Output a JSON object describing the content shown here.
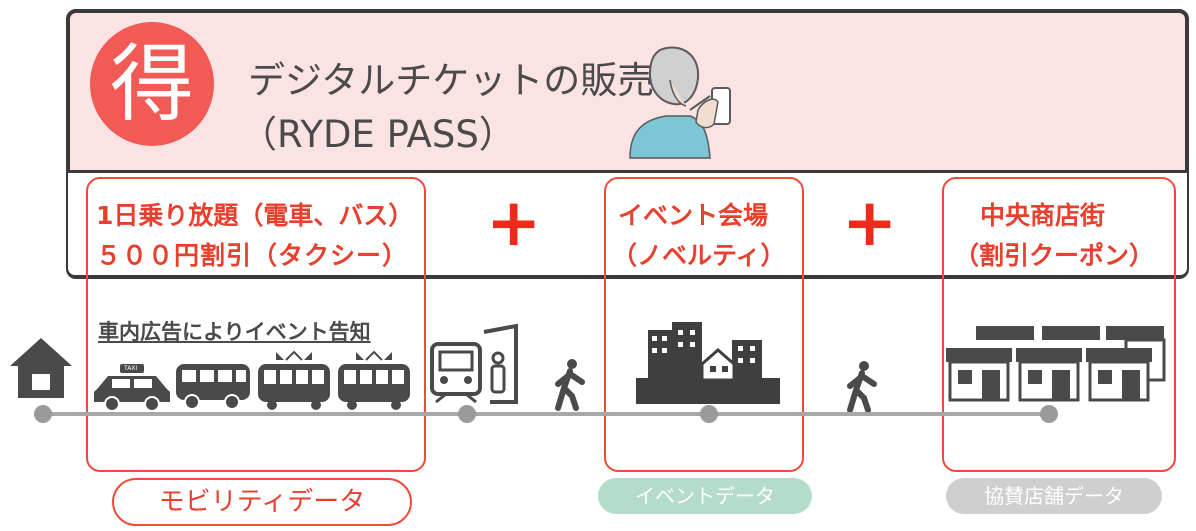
{
  "badge": {
    "char": "得"
  },
  "header": {
    "line1": "デジタルチケットの販売",
    "line2": "（RYDE PASS）"
  },
  "offers": {
    "mobility": {
      "line1": "1日乗り放題（電車、バス）",
      "line2": "５００円割引（タクシー）"
    },
    "event": {
      "line1": "イベント会場",
      "line2": "（ノベルティ）"
    },
    "shop": {
      "line1": "中央商店街",
      "line2": "（割引クーポン）"
    }
  },
  "plus_symbol": "+",
  "ad_label": "車内広告によりイベント告知",
  "taxi_sign": "TAXI",
  "data_labels": {
    "mobility": "モビリティデータ",
    "event": "イベントデータ",
    "shop": "協賛店舗データ"
  },
  "icons": [
    "home-icon",
    "taxi-icon",
    "bus-icon",
    "train-icon",
    "station-icon",
    "walking-person-icon",
    "buildings-icon",
    "shops-icon",
    "person-phone-icon"
  ],
  "colors": {
    "accent": "#ef4a3a",
    "panel_bg": "#fbe3e3",
    "badge": "#f25a55",
    "event_pill": "#b5dccb",
    "shop_pill": "#cfcfcf"
  }
}
